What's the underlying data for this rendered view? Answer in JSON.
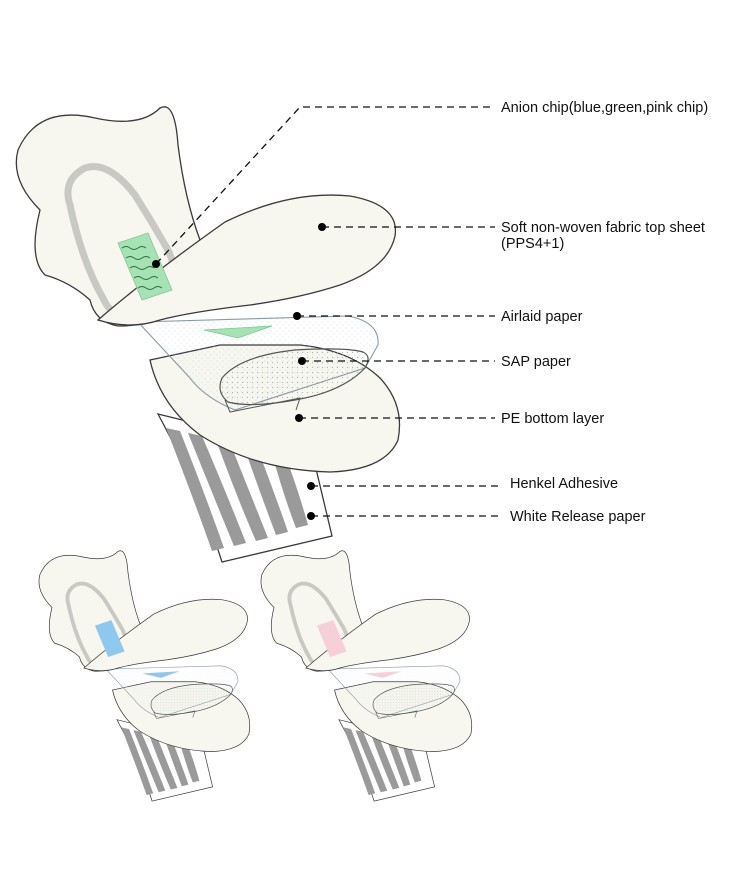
{
  "labels": {
    "anion_chip": "Anion chip(blue,green,pink chip)",
    "top_sheet_line1": "Soft non-woven fabric top sheet",
    "top_sheet_line2": "(PPS4+1)",
    "airlaid": "Airlaid paper",
    "sap": "SAP  paper",
    "pe_bottom": "PE bottom layer",
    "adhesive": "Henkel Adhesive",
    "release": "White Release paper"
  },
  "colors": {
    "pad_fill": "#f7f6ef",
    "airlaid_fill": "#eef5fa",
    "sap_fill": "#e8eee2",
    "release_fill": "#ffffff",
    "adhesive_stripe": "#9a9a9a",
    "channel": "#c9c9c4",
    "chip_green": "#a6e3b4",
    "chip_blue": "#8fc8ef",
    "chip_pink": "#f6cfd8"
  },
  "variants": [
    {
      "name": "green-chip",
      "chip_color": "#a6e3b4"
    },
    {
      "name": "blue-chip",
      "chip_color": "#8fc8ef"
    },
    {
      "name": "pink-chip",
      "chip_color": "#f6cfd8"
    }
  ]
}
